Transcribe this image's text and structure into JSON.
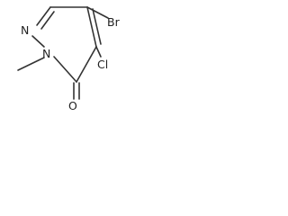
{
  "molecule": {
    "atoms": {
      "n1": "N",
      "n2": "N",
      "o": "O",
      "cl": "Cl",
      "br": "Br"
    }
  }
}
